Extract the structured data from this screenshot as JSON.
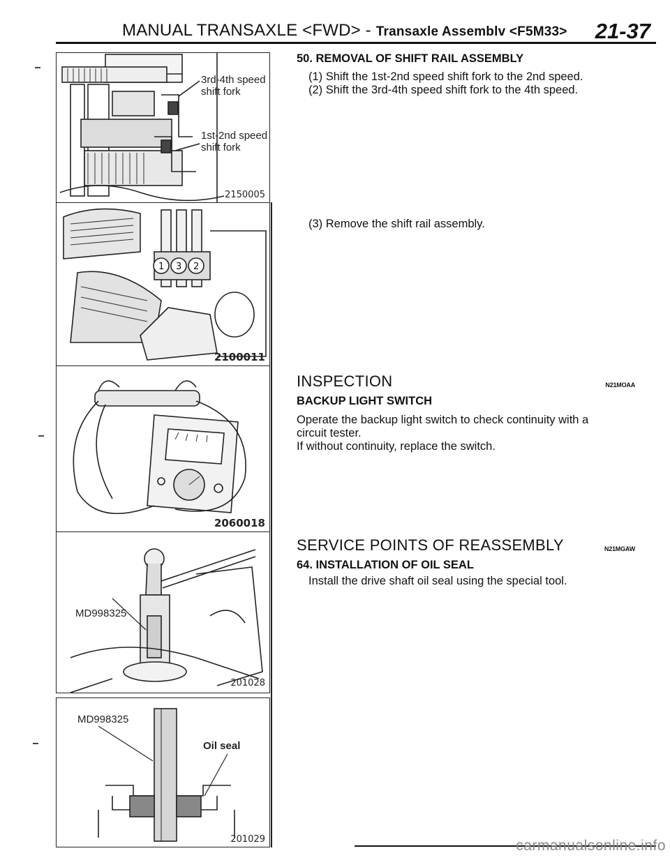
{
  "header": {
    "title_main": "MANUAL TRANSAXLE <FWD> - ",
    "title_sub": "Transaxle Assemblv <F5M33>",
    "page_number": "21-37"
  },
  "figures": [
    {
      "code": "2150005",
      "labels": [
        "3rd-4th speed\nshift fork",
        "1st-2nd speed\nshift fork"
      ]
    },
    {
      "code": "2100011",
      "labels": []
    },
    {
      "code": "2060018",
      "labels": []
    },
    {
      "code": "201028",
      "labels": [
        "MD998325"
      ]
    },
    {
      "code": "201029",
      "labels": [
        "MD998325",
        "Oil seal"
      ]
    }
  ],
  "content": {
    "s50": {
      "heading": "50. REMOVAL OF SHIFT RAIL ASSEMBLY",
      "step1": "(1) Shift the 1st-2nd speed shift fork to the 2nd speed.",
      "step2": "(2) Shift the 3rd-4th speed shift fork to the 4th speed.",
      "step3": "(3) Remove the shift rail assembly."
    },
    "inspection": {
      "heading": "INSPECTION",
      "code": "N21MOAA",
      "subheading": "BACKUP LIGHT SWITCH",
      "body_line1": "Operate the backup light switch to check continuity with a",
      "body_line2": "circuit tester.",
      "body_line3": "If without continuity, replace the switch."
    },
    "reassembly": {
      "heading": "SERVICE POINTS OF REASSEMBLY",
      "code": "N21MGAW",
      "subheading": "64. INSTALLATION OF OIL SEAL",
      "body": "Install the drive shaft oil seal using the special tool."
    }
  },
  "footer": {
    "watermark": "carmanualsonline.info"
  }
}
